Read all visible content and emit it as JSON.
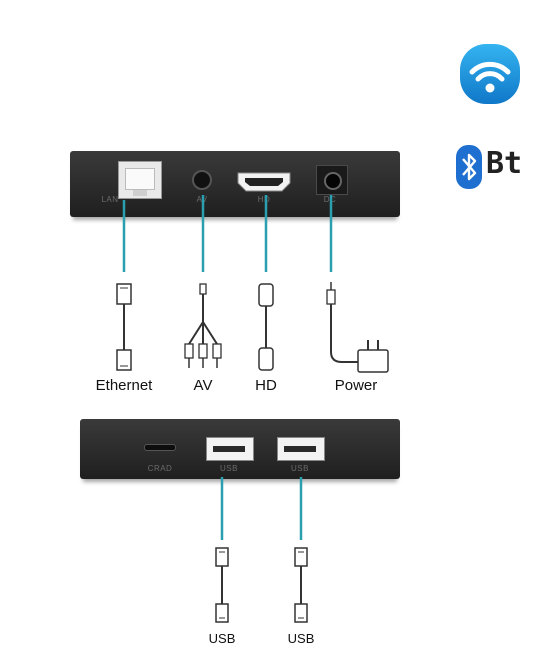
{
  "icons": {
    "wifi": "wifi-icon",
    "bluetooth": "bluetooth-icon",
    "bluetooth_text": "Bt"
  },
  "top_device": {
    "ports": [
      {
        "id": "lan",
        "label": "LAN"
      },
      {
        "id": "av",
        "label": "AV"
      },
      {
        "id": "hd",
        "label": "HD"
      },
      {
        "id": "dc",
        "label": "DC"
      }
    ],
    "cables": {
      "ethernet": "Ethernet",
      "av": "AV",
      "hd": "HD",
      "power": "Power"
    }
  },
  "bottom_device": {
    "ports": [
      {
        "id": "card",
        "label": "CRAD"
      },
      {
        "id": "usb1",
        "label": "USB"
      },
      {
        "id": "usb2",
        "label": "USB"
      }
    ],
    "cables": {
      "usb1": "USB",
      "usb2": "USB"
    }
  },
  "colors": {
    "accent_line": "#2a9fb0",
    "device_body": "#2b2b2b",
    "wifi_blue": "#1a8fd8",
    "bluetooth_blue": "#1f6fd0"
  }
}
